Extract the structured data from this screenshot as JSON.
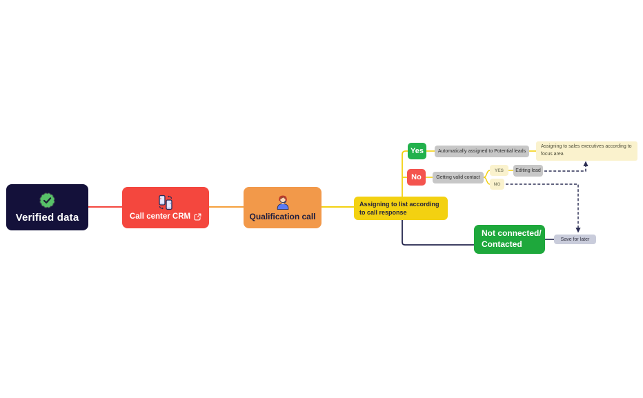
{
  "diagram": {
    "background": "#ffffff",
    "nodes": {
      "verified": {
        "label": "Verified data",
        "color": "#14113a",
        "text_color": "#ffffff",
        "icon": "verified-badge-icon"
      },
      "call_center_crm": {
        "label": "Call center CRM",
        "color": "#f4473e",
        "text_color": "#ffffff",
        "icon": "phone-sync-icon",
        "external_link": true
      },
      "qualification_call": {
        "label": "Qualification call",
        "color": "#f2994a",
        "text_color": "#1d1c3e",
        "icon": "headset-agent-icon"
      },
      "assigning_list": {
        "label_line1": "Assigning to list according",
        "label_line2": "to call response",
        "color": "#f3d111",
        "text_color": "#201f3d"
      },
      "yes": {
        "label": "Yes",
        "color": "#22b14c",
        "text_color": "#ffffff"
      },
      "auto_assigned": {
        "label": "Automatically assigned to Potential leads",
        "color": "#c7c7c7",
        "text_color": "#2f2f2f"
      },
      "sales_executives_note": {
        "label": "Assigning to sales executives according to focus area",
        "color": "#faf2cd",
        "text_color": "#4c4c38"
      },
      "no": {
        "label": "No",
        "color": "#f4544e",
        "text_color": "#ffffff"
      },
      "getting_valid_contact": {
        "label": "Getting valid contact",
        "color": "#c7c7c7",
        "text_color": "#2f2f2f"
      },
      "yes_small": {
        "label": "YES",
        "color": "#faf2cd",
        "text_color": "#8b8b70"
      },
      "editing_lead": {
        "label": "Editing lead",
        "color": "#c7c7c7",
        "text_color": "#2f2f2f"
      },
      "no_small": {
        "label": "NO",
        "color": "#faf2cd",
        "text_color": "#8b8b70"
      },
      "not_connected": {
        "label_line1": "Not connected/",
        "label_line2": "Contacted",
        "color": "#1ea83c",
        "text_color": "#ffffff"
      },
      "save_for_later": {
        "label": "Save for later",
        "color": "#c9ccdb",
        "text_color": "#30303f"
      }
    },
    "edges": [
      {
        "from": "verified",
        "to": "call_center_crm",
        "style": "solid",
        "color": "#f4473e"
      },
      {
        "from": "call_center_crm",
        "to": "qualification_call",
        "style": "solid",
        "color": "#f5a03c"
      },
      {
        "from": "qualification_call",
        "to": "assigning_list",
        "style": "solid",
        "color": "#f3d111"
      },
      {
        "from": "assigning_list",
        "to": "yes",
        "style": "solid",
        "color": "#f3d111"
      },
      {
        "from": "assigning_list",
        "to": "no",
        "style": "solid",
        "color": "#f3d111"
      },
      {
        "from": "yes",
        "to": "auto_assigned",
        "style": "solid",
        "color": "#f3d111"
      },
      {
        "from": "auto_assigned",
        "to": "sales_executives_note",
        "style": "solid",
        "color": "#f3d111"
      },
      {
        "from": "no",
        "to": "getting_valid_contact",
        "style": "solid",
        "color": "#f3d111"
      },
      {
        "from": "getting_valid_contact",
        "to": "yes_small",
        "style": "solid",
        "color": "#f3d111"
      },
      {
        "from": "getting_valid_contact",
        "to": "no_small",
        "style": "solid",
        "color": "#f3d111"
      },
      {
        "from": "yes_small",
        "to": "editing_lead",
        "style": "solid",
        "color": "#f3d111"
      },
      {
        "from": "editing_lead",
        "to": "sales_executives_note",
        "style": "dashed-arrow",
        "color": "#2c2e54"
      },
      {
        "from": "no_small",
        "to": "save_for_later",
        "style": "dashed-arrow",
        "color": "#2c2e54"
      },
      {
        "from": "assigning_list",
        "to": "not_connected",
        "style": "solid",
        "color": "#23244c"
      },
      {
        "from": "not_connected",
        "to": "save_for_later",
        "style": "solid",
        "color": "#23244c"
      }
    ]
  }
}
